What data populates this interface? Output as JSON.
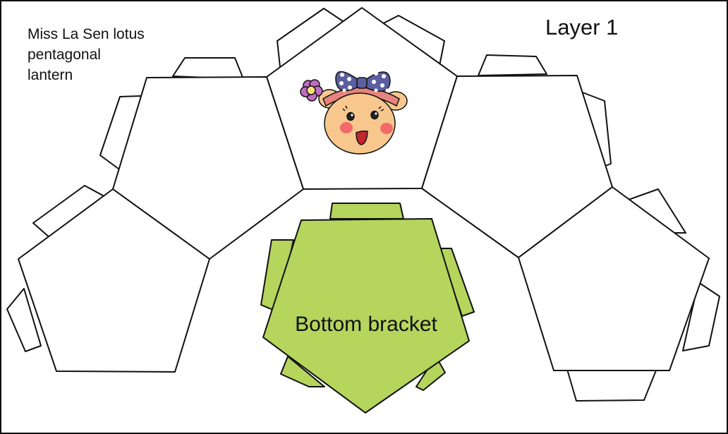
{
  "title_lines": [
    "Miss La Sen lotus",
    "pentagonal",
    "lantern"
  ],
  "layer_label": "Layer 1",
  "bottom_label": "Bottom bracket",
  "colors": {
    "stroke": "#111111",
    "panel_fill": "#ffffff",
    "bracket_fill": "#b5d55d",
    "face_skin": "#f7c78e",
    "bow": "#5b5fa0",
    "cheek": "#f26a6a",
    "hair_band": "#e7837e",
    "flower": "#c26dc3"
  },
  "icons": [
    "character-face-icon",
    "bow-icon",
    "flower-icon"
  ]
}
